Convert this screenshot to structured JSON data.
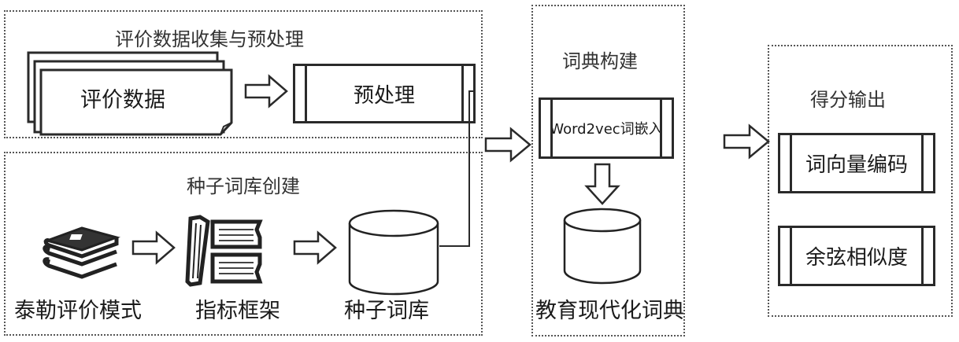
{
  "groups": {
    "collection": {
      "title": "评价数据收集与预处理",
      "doc_label": "评价数据",
      "process_label": "预处理"
    },
    "seed": {
      "title": "种子词库创建",
      "items": [
        {
          "icon": "books-stack-icon",
          "label": "泰勒评价模式"
        },
        {
          "icon": "open-books-icon",
          "label": "指标框架"
        },
        {
          "icon": "database-icon",
          "label": "种子词库"
        }
      ]
    },
    "dictionary": {
      "title": "词典构建",
      "process_label": "Word2vec词嵌入",
      "db_label": "教育现代化词典"
    },
    "output": {
      "title": "得分输出",
      "steps": [
        "词向量编码",
        "余弦相似度"
      ]
    }
  }
}
